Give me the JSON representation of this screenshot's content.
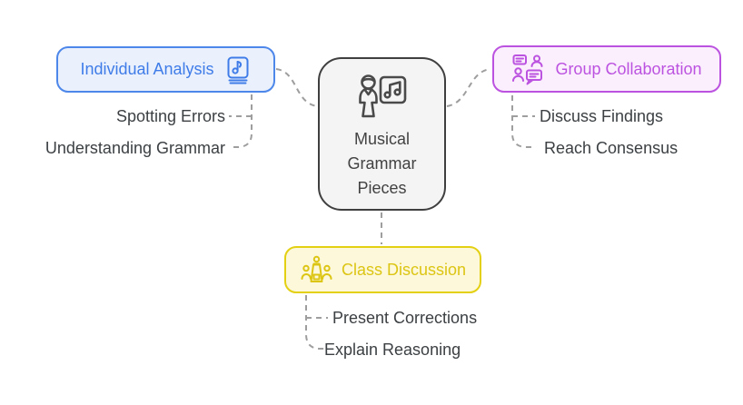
{
  "diagram": {
    "center": {
      "label": "Musical Grammar Pieces",
      "icon": "person-presenting-music"
    },
    "branches": [
      {
        "id": "individual-analysis",
        "label": "Individual Analysis",
        "icon": "music-book",
        "items": [
          "Spotting Errors",
          "Understanding Grammar"
        ]
      },
      {
        "id": "group-collaboration",
        "label": "Group Collaboration",
        "icon": "group-chat",
        "items": [
          "Discuss Findings",
          "Reach Consensus"
        ]
      },
      {
        "id": "class-discussion",
        "label": "Class Discussion",
        "icon": "class-presentation",
        "items": [
          "Present Corrections",
          "Explain Reasoning"
        ]
      }
    ]
  },
  "colors": {
    "background": "#ffffff",
    "blue_border": "#4d87ea",
    "blue_bg": "#eaf1fd",
    "blue_text": "#3f7ce8",
    "purple_border": "#bc53e0",
    "purple_bg": "#fbeffd",
    "purple_text": "#bc53e0",
    "yellow_border": "#e4d013",
    "yellow_bg": "#fcf8d9",
    "yellow_text": "#ddc514",
    "center_border": "#3f3f3f",
    "center_bg": "#f4f4f4",
    "center_text": "#424242",
    "subitem_text": "#3c4043",
    "connector": "#9e9e9e"
  }
}
